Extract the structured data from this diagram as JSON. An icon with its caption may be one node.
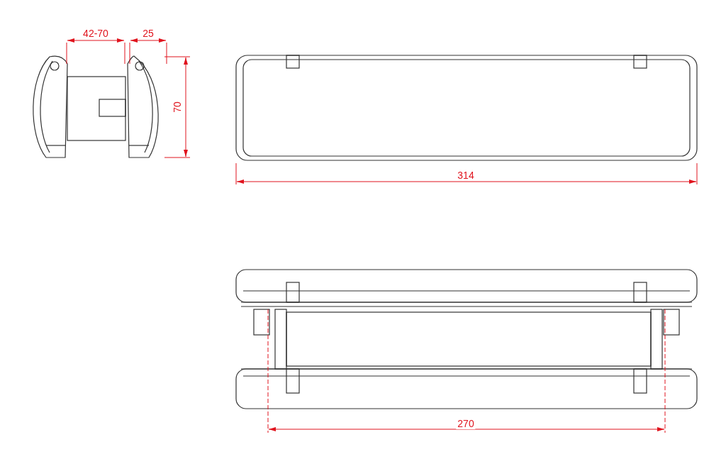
{
  "diagram": {
    "labels": [
      "42-70",
      "25",
      "70",
      "314",
      "270"
    ]
  }
}
